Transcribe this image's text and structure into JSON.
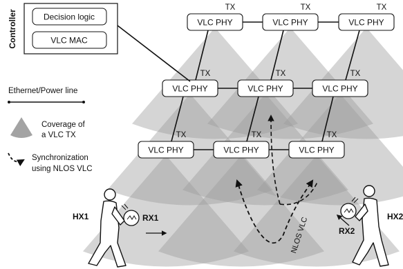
{
  "controller": {
    "title": "Controller",
    "modules": [
      "Decision logic",
      "VLC MAC"
    ]
  },
  "legend": {
    "ethernet": "Ethernet/Power line",
    "coverage_line1": "Coverage of",
    "coverage_line2": "a VLC TX",
    "sync_line1": "Synchronization",
    "sync_line2": "using NLOS VLC"
  },
  "tx": {
    "phy_label": "VLC PHY",
    "tx_label": "TX",
    "rows": 3,
    "cols": 3
  },
  "receivers": [
    {
      "human": "HX1",
      "rx": "RX1"
    },
    {
      "human": "HX2",
      "rx": "RX2"
    }
  ],
  "link_label": "NLOS VLC",
  "colors": {
    "cone": "#9a9a9a",
    "line": "#111111",
    "box_fill": "#ffffff"
  }
}
